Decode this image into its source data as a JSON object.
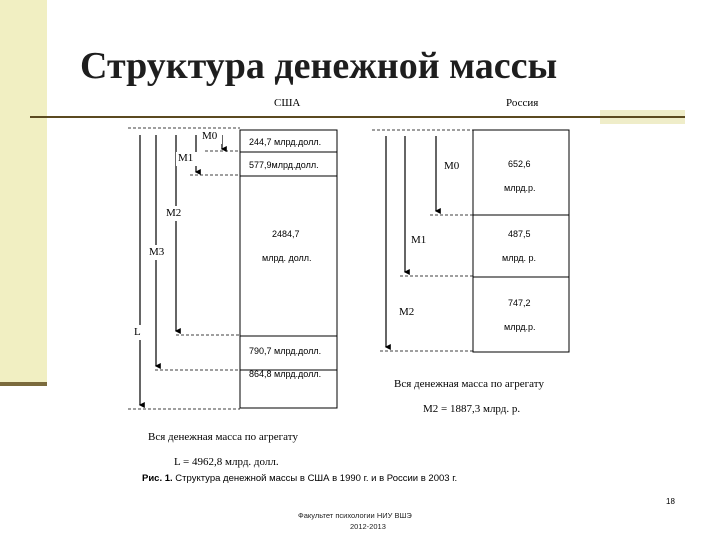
{
  "slide": {
    "title": "Структура денежной массы",
    "page_number": "18",
    "footer_line1": "Факультет психологии  НИУ ВШЭ",
    "footer_line2": "2012-2013"
  },
  "usa": {
    "header": "США",
    "labels": {
      "m0": "М0",
      "m1": "М1",
      "m2": "М2",
      "m3": "М3",
      "l": "L"
    },
    "segments": [
      {
        "value": "244,7 млрд.долл."
      },
      {
        "value": "577,9млрд.долл."
      },
      {
        "value_line1": "2484,7",
        "value_line2": "млрд. долл."
      },
      {
        "value": "790,7 млрд.долл."
      },
      {
        "value": "864,8 млрд.долл."
      }
    ],
    "total_line1": "Вся денежная масса по агрегату",
    "total_line2": "L = 4962,8 млрд. долл."
  },
  "russia": {
    "header": "Россия",
    "labels": {
      "m0": "М0",
      "m1": "М1",
      "m2": "М2"
    },
    "segments": [
      {
        "value_line1": "652,6",
        "value_line2": "млрд.р."
      },
      {
        "value_line1": "487,5",
        "value_line2": "млрд. р."
      },
      {
        "value_line1": "747,2",
        "value_line2": "млрд.р."
      }
    ],
    "total_line1": "Вся денежная масса по агрегату",
    "total_line2": "М2 = 1887,3 млрд. р."
  },
  "caption": {
    "bold": "Рис. 1.",
    "text": " Структура денежной массы в США в 1990 г. и в России в 2003 г."
  },
  "colors": {
    "accent_bar": "#f1efc2",
    "title_rule": "#5b4a20"
  }
}
